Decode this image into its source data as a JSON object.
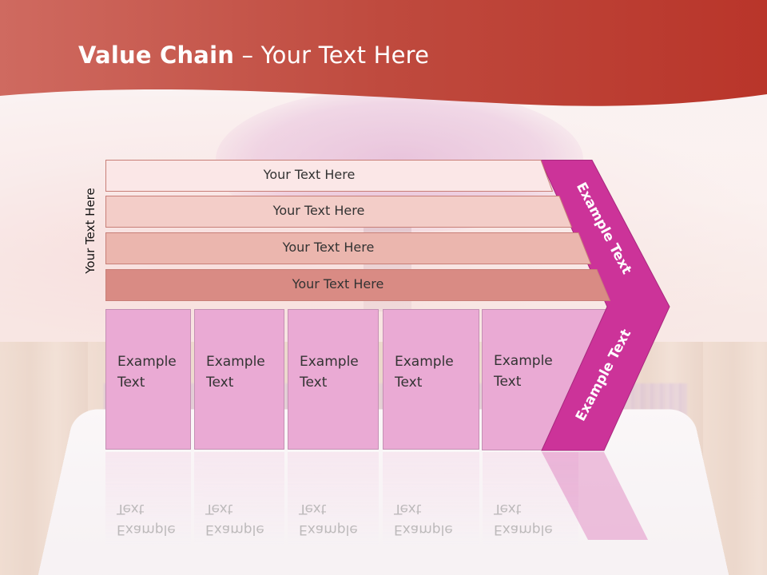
{
  "slide": {
    "title_bold": "Value Chain",
    "title_rest": " – Your Text Here",
    "side_label": "Your Text Here",
    "rows": [
      {
        "label": "Your Text Here",
        "fill": "#fbe7e7"
      },
      {
        "label": "Your Text Here",
        "fill": "#f3cdc8"
      },
      {
        "label": "Your Text Here",
        "fill": "#ebb6ae"
      },
      {
        "label": "Your Text Here",
        "fill": "#d98b84"
      }
    ],
    "boxes": [
      {
        "line1": "Example",
        "line2": "Text"
      },
      {
        "line1": "Example",
        "line2": "Text"
      },
      {
        "line1": "Example",
        "line2": "Text"
      },
      {
        "line1": "Example",
        "line2": "Text"
      },
      {
        "line1": "Example",
        "line2": "Text"
      }
    ],
    "chevron_top_text": "Example Text",
    "chevron_bottom_text": "Example Text",
    "colors": {
      "header_red": "#b9352a",
      "chevron_magenta": "#cc3399",
      "box_pink": "#eaaad4"
    }
  }
}
